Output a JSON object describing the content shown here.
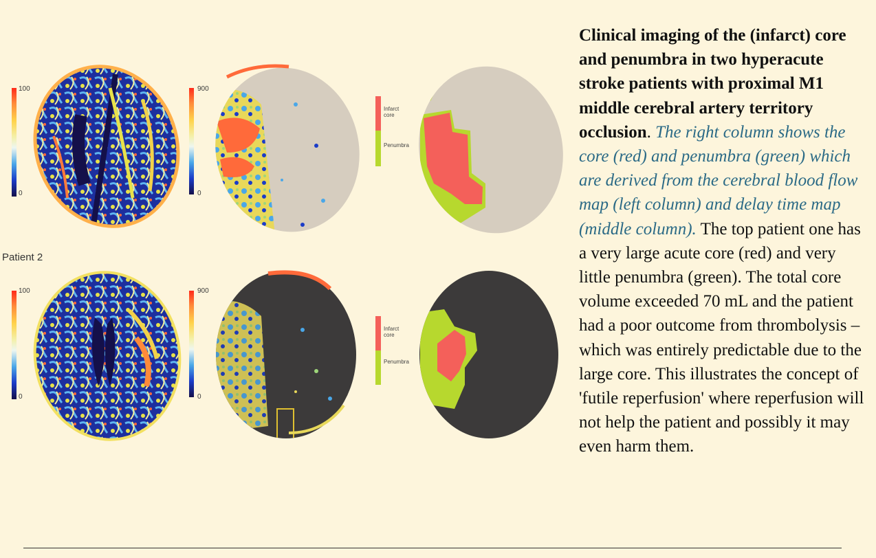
{
  "figure": {
    "row1": {
      "cbf_scale": {
        "max": "100",
        "min": "0"
      },
      "delay_scale": {
        "max": "900",
        "min": "0"
      },
      "legend": {
        "core": "Infarct core",
        "penumbra": "Penumbra"
      }
    },
    "row2": {
      "label": "Patient 2",
      "cbf_scale": {
        "max": "100",
        "min": "0"
      },
      "delay_scale": {
        "max": "900",
        "min": "0"
      },
      "legend": {
        "core": "Infarct core",
        "penumbra": "Penumbra"
      }
    },
    "colors": {
      "core": "#f4605a",
      "penumbra": "#b7d82e",
      "background": "#fdf5dc",
      "caption_italic": "#2b6a86"
    }
  },
  "caption": {
    "bold_text": "Clinical imaging of the (infarct) core and penumbra in two hyperacute stroke patients with proximal M1 middle cerebral artery territory occlusion",
    "bold_end": ".",
    "italic_text": "The right column shows the core (red) and penumbra (green) which are derived from the cerebral blood flow map (left column) and delay time map (middle column).",
    "body_text": "The top patient one has a very large acute core (red) and very little penumbra (green). The total core volume exceeded 70 mL and the patient had a poor outcome from thrombolysis – which was entirely predictable due to the large core. This illustrates the concept of 'futile reperfusion' where reperfusion will not help the patient and possibly it may even harm them."
  }
}
